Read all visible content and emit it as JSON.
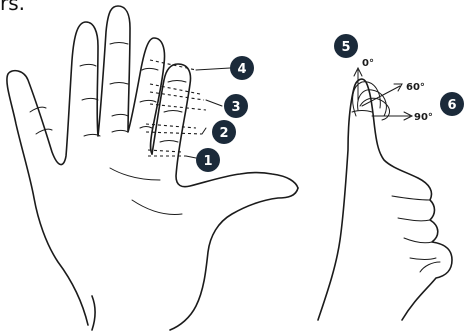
{
  "header": {
    "text": "rs."
  },
  "badges": [
    "1",
    "2",
    "3",
    "4",
    "5",
    "6"
  ],
  "angles": [
    "0°",
    "60°",
    "90°"
  ],
  "colors": {
    "badge_fill": "#1b2a3a",
    "line": "#1b1b1b"
  }
}
